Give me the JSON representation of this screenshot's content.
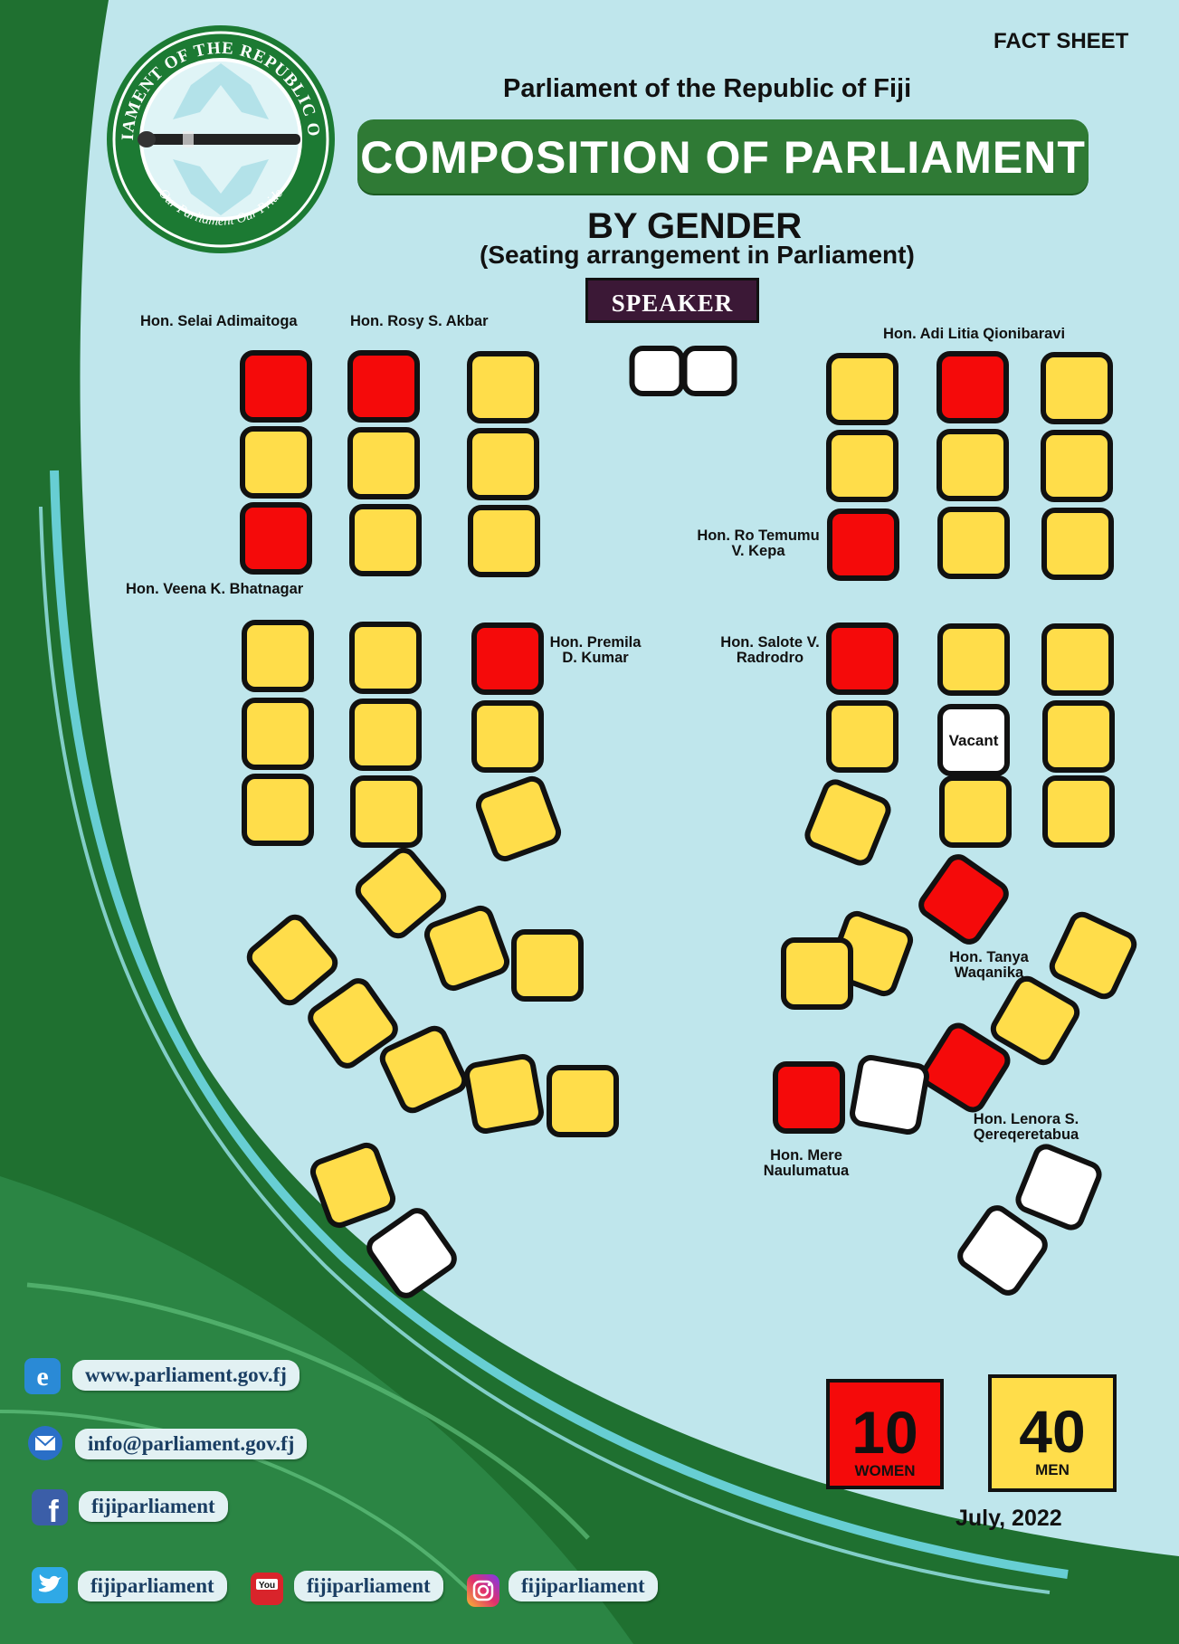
{
  "header": {
    "fact_sheet": "FACT SHEET",
    "parliament_name": "Parliament of the Republic of Fiji",
    "banner": "COMPOSITION OF PARLIAMENT",
    "by_gender": "BY GENDER",
    "subtitle": "(Seating arrangement in Parliament)",
    "speaker": "SPEAKER"
  },
  "logo": {
    "ring_top": "PARLIAMENT OF THE REPUBLIC OF FIJI",
    "ring_bottom": "Our Parliament Our Pride"
  },
  "legend_colors": {
    "women": "#f50a0a",
    "men": "#ffdd4a",
    "vacant": "#ffffff"
  },
  "seat_groups": [
    {
      "name": "speaker-seats",
      "seats": [
        "vacant",
        "vacant"
      ]
    },
    {
      "name": "left-upper-col1",
      "seats": [
        "woman",
        "man",
        "woman"
      ]
    },
    {
      "name": "left-upper-col2",
      "seats": [
        "woman",
        "man",
        "man"
      ]
    },
    {
      "name": "left-upper-col3",
      "seats": [
        "man",
        "man",
        "man"
      ]
    },
    {
      "name": "right-upper-col1",
      "seats": [
        "man",
        "man",
        "woman"
      ]
    },
    {
      "name": "right-upper-col2",
      "seats": [
        "woman",
        "man",
        "man"
      ]
    },
    {
      "name": "right-upper-col3",
      "seats": [
        "man",
        "man",
        "man"
      ]
    },
    {
      "name": "left-lower-col1",
      "seats": [
        "man",
        "man",
        "man"
      ]
    },
    {
      "name": "left-lower-col2",
      "seats": [
        "man",
        "man",
        "man"
      ]
    },
    {
      "name": "left-lower-col3",
      "seats": [
        "woman",
        "man",
        "man"
      ]
    },
    {
      "name": "right-lower-col1",
      "seats": [
        "woman",
        "man",
        "man"
      ]
    },
    {
      "name": "right-lower-col2",
      "seats": [
        "man",
        "vacant",
        "man"
      ]
    },
    {
      "name": "right-lower-col3",
      "seats": [
        "man",
        "man",
        "man"
      ]
    },
    {
      "name": "left-inner-arc",
      "seats": [
        "man",
        "man",
        "man"
      ]
    },
    {
      "name": "left-outer-arc",
      "seats": [
        "man",
        "man",
        "man",
        "man",
        "man"
      ]
    },
    {
      "name": "left-back-pair",
      "seats": [
        "man",
        "vacant"
      ]
    },
    {
      "name": "right-inner-arc",
      "seats": [
        "woman",
        "man",
        "man"
      ]
    },
    {
      "name": "right-outer-arc",
      "seats": [
        "man",
        "man",
        "woman",
        "vacant",
        "woman"
      ]
    },
    {
      "name": "right-back-pair",
      "seats": [
        "vacant",
        "vacant"
      ]
    }
  ],
  "vacant_label": "Vacant",
  "member_labels": {
    "selai": "Hon. Selai Adimaitoga",
    "rosy": "Hon. Rosy S. Akbar",
    "litia": "Hon. Adi Litia Qionibaravi",
    "temumu_1": "Hon. Ro Temumu",
    "temumu_2": "V. Kepa",
    "veena": "Hon. Veena K. Bhatnagar",
    "premila_1": "Hon. Premila",
    "premila_2": "D. Kumar",
    "salote_1": "Hon. Salote V.",
    "salote_2": "Radrodro",
    "tanya_1": "Hon. Tanya",
    "tanya_2": "Waqanika",
    "lenora_1": "Hon. Lenora S.",
    "lenora_2": "Qereqeretabua",
    "mere_1": "Hon. Mere",
    "mere_2": "Naulumatua"
  },
  "totals": {
    "women": {
      "count": "10",
      "label": "WOMEN"
    },
    "men": {
      "count": "40",
      "label": "MEN"
    }
  },
  "date": "July, 2022",
  "contacts": {
    "website": "www.parliament.gov.fj",
    "email": "info@parliament.gov.fj",
    "facebook": "fijiparliament",
    "twitter": "fijiparliament",
    "youtube": "fijiparliament",
    "instagram": "fijiparliament",
    "youtube_icon_text": "You"
  }
}
